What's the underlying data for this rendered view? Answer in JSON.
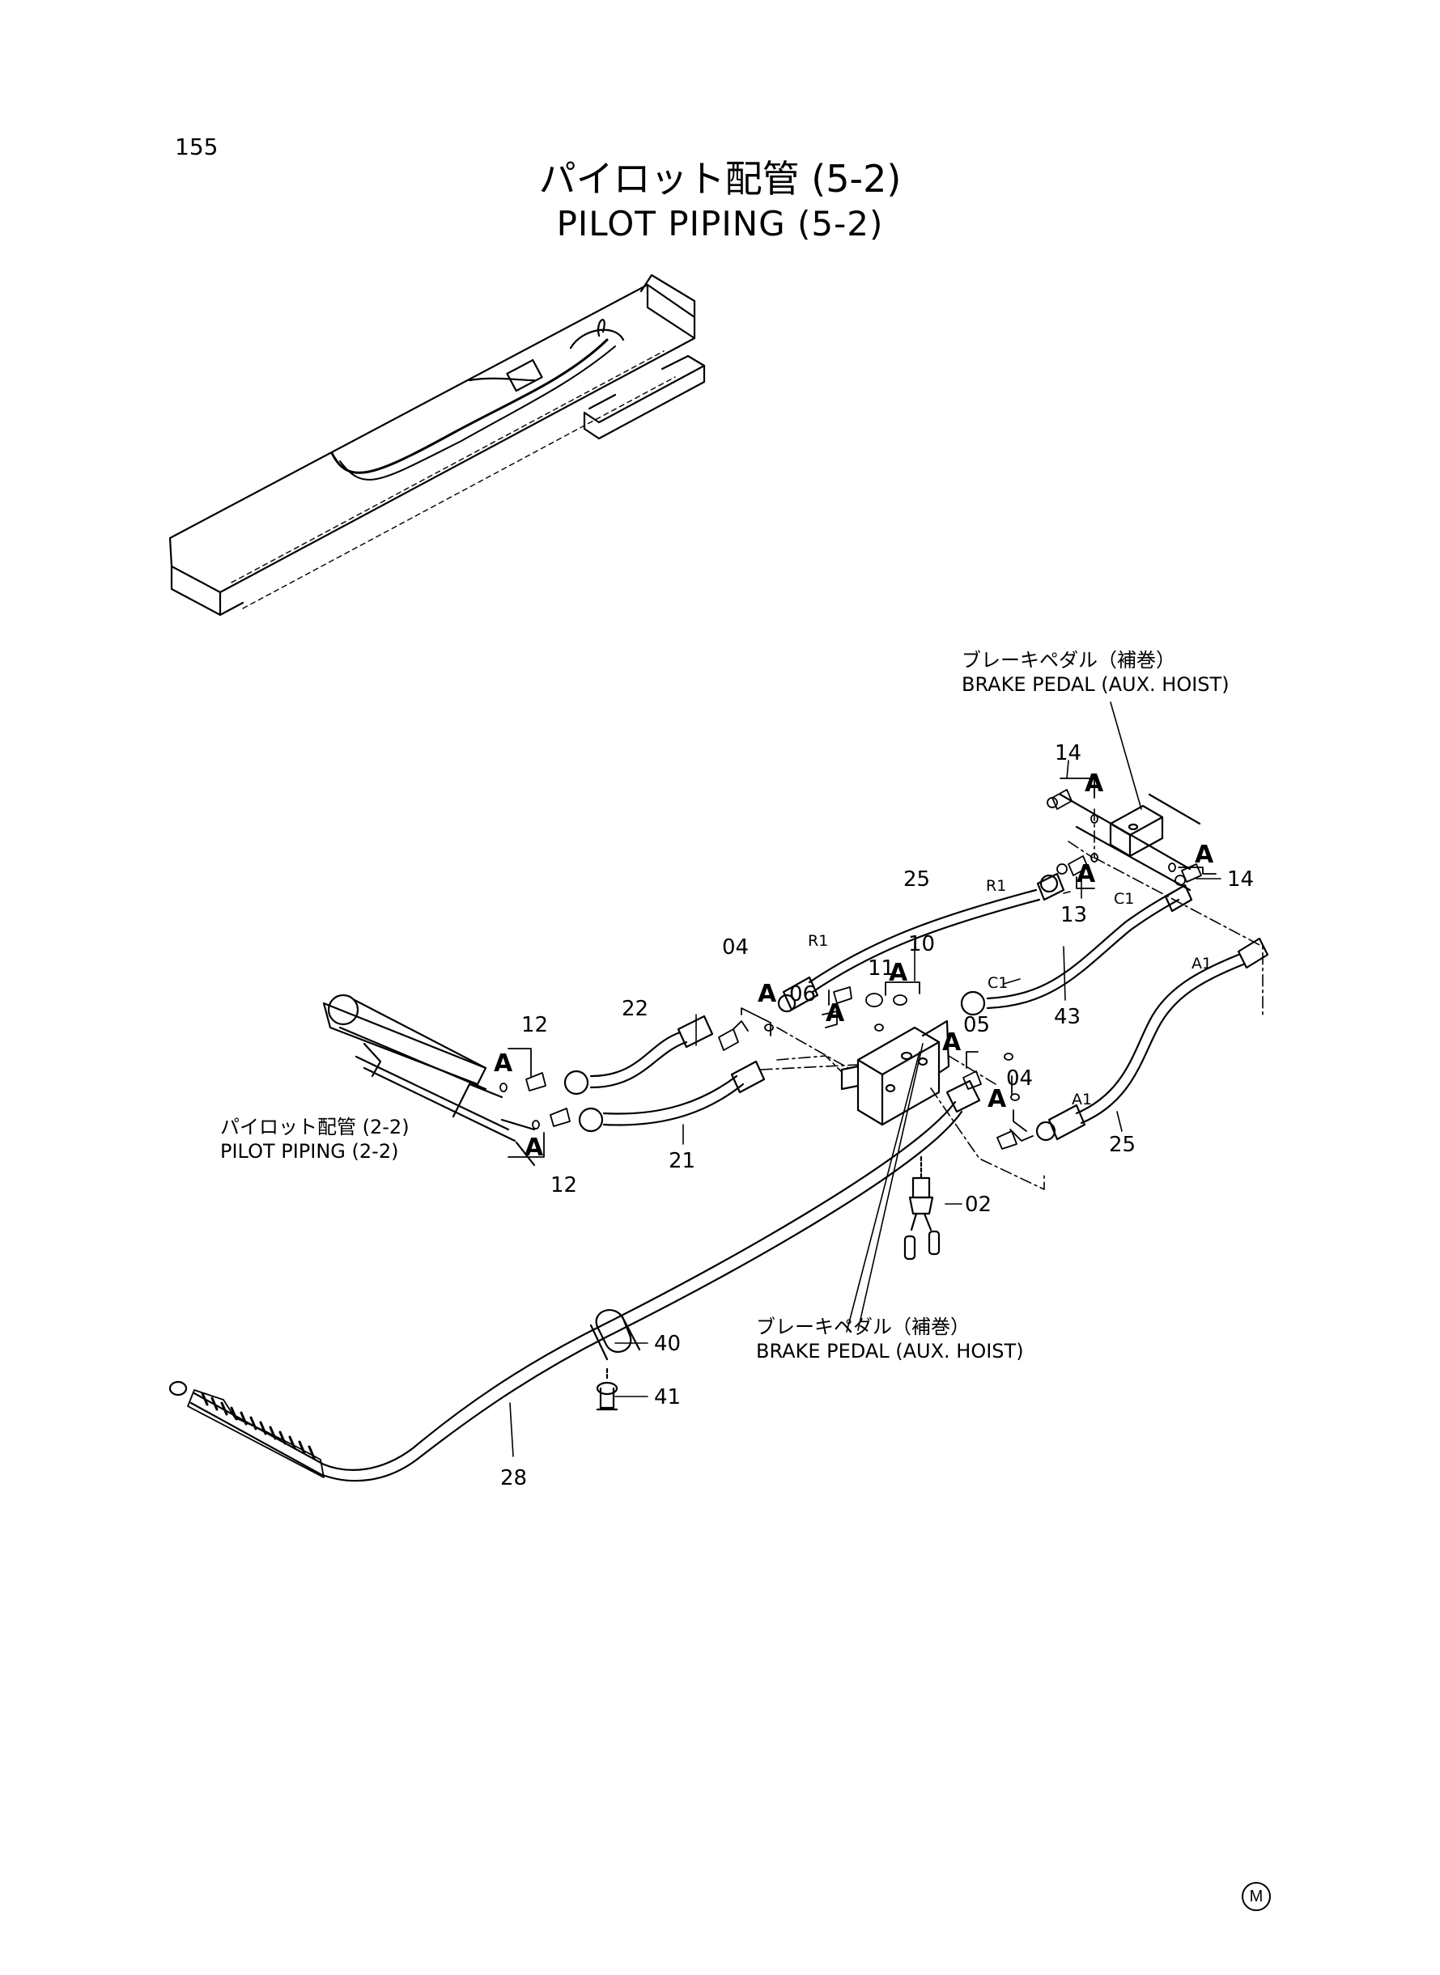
{
  "page_number": "155",
  "title_jp": "パイロット配管 (5-2)",
  "title_en": "PILOT PIPING (5-2)",
  "notes": {
    "brake_pedal_top": {
      "jp": "ブレーキペダル（補巻）",
      "en": "BRAKE PEDAL (AUX. HOIST)"
    },
    "brake_pedal_bottom": {
      "jp": "ブレーキペダル（補巻）",
      "en": "BRAKE PEDAL (AUX. HOIST)"
    },
    "pilot_piping_ref": {
      "jp": "パイロット配管 (2-2)",
      "en": "PILOT PIPING (2-2)"
    }
  },
  "part_labels": [
    "14",
    "14",
    "13",
    "25",
    "10",
    "11",
    "06",
    "04",
    "05",
    "04",
    "22",
    "12",
    "12",
    "21",
    "43",
    "25",
    "02",
    "40",
    "41",
    "28"
  ],
  "port_labels": [
    "R1",
    "R1",
    "C1",
    "C1",
    "A1",
    "A1"
  ],
  "group_marker": "A",
  "manufacturer_mark": "M"
}
